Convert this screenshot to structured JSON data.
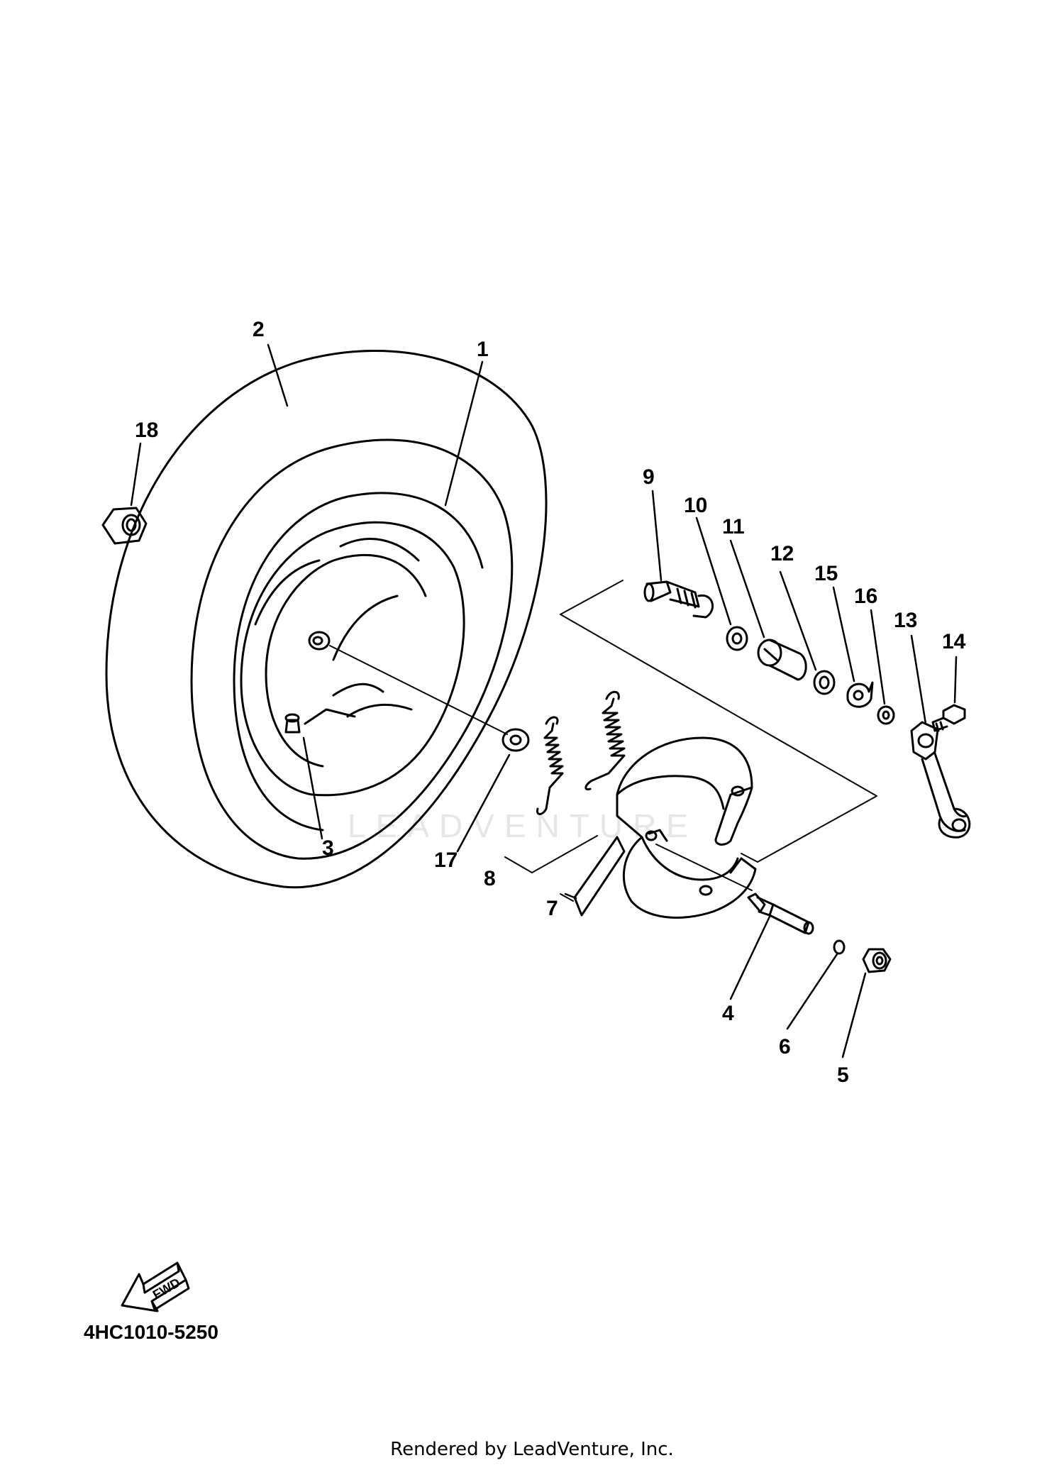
{
  "parts": [
    {
      "id": "part-1",
      "label": "1"
    },
    {
      "id": "part-2",
      "label": "2"
    },
    {
      "id": "part-3",
      "label": "3"
    },
    {
      "id": "part-4",
      "label": "4"
    },
    {
      "id": "part-5",
      "label": "5"
    },
    {
      "id": "part-6",
      "label": "6"
    },
    {
      "id": "part-7",
      "label": "7"
    },
    {
      "id": "part-8",
      "label": "8"
    },
    {
      "id": "part-9",
      "label": "9"
    },
    {
      "id": "part-10",
      "label": "10"
    },
    {
      "id": "part-11",
      "label": "11"
    },
    {
      "id": "part-12",
      "label": "12"
    },
    {
      "id": "part-13",
      "label": "13"
    },
    {
      "id": "part-14",
      "label": "14"
    },
    {
      "id": "part-15",
      "label": "15"
    },
    {
      "id": "part-16",
      "label": "16"
    },
    {
      "id": "part-17",
      "label": "17"
    },
    {
      "id": "part-18",
      "label": "18"
    }
  ],
  "fwd_label": "FWD",
  "watermark_text": "LEADVENTURE",
  "drawing_number": "4HC1010-5250",
  "footer_credit": "Rendered by LeadVenture, Inc.",
  "colors": {
    "line": "#000000",
    "background": "#ffffff",
    "watermark": "#e6e6e6"
  }
}
